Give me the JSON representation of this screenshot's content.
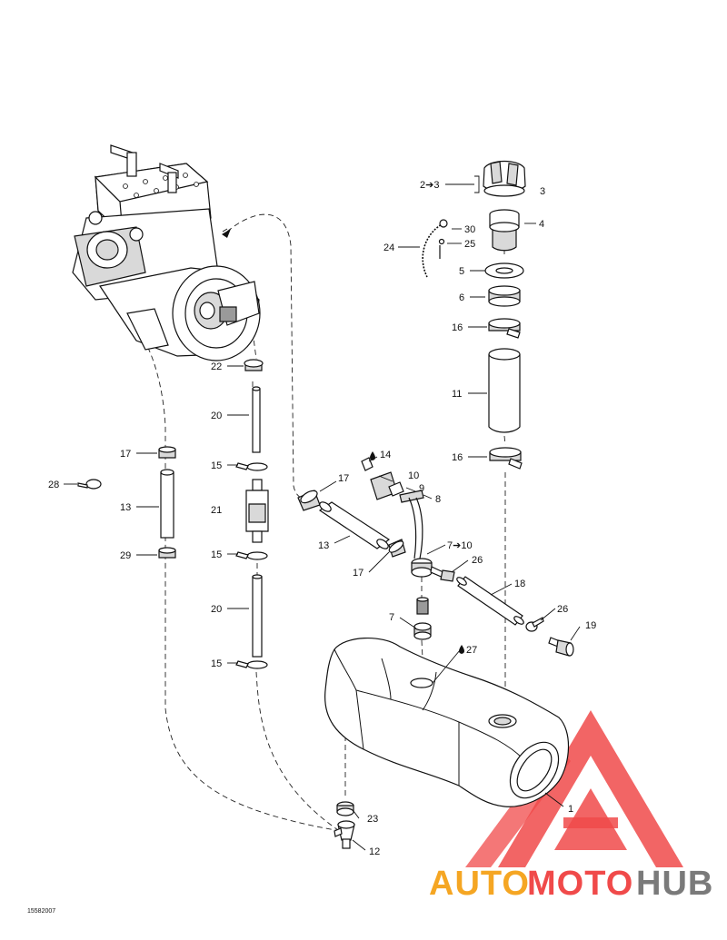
{
  "diagram_code": "15582007",
  "watermark": {
    "auto": "AUTO",
    "moto": "MOTO",
    "hub": "HUB",
    "color_red": "#f04a4a",
    "color_orange": "#f5a623",
    "color_gray": "#7a7a7a"
  },
  "callouts": {
    "c1": "1",
    "c2to3": "2➔3",
    "c3": "3",
    "c4": "4",
    "c5": "5",
    "c6": "6",
    "c7": "7",
    "c7to10": "7➔10",
    "c8": "8",
    "c9": "9",
    "c10": "10",
    "c11": "11",
    "c12": "12",
    "c13a": "13",
    "c13b": "13",
    "c14": "14",
    "c15a": "15",
    "c15b": "15",
    "c15c": "15",
    "c16a": "16",
    "c16b": "16",
    "c17a": "17",
    "c17b": "17",
    "c17c": "17",
    "c18": "18",
    "c19": "19",
    "c20a": "20",
    "c20b": "20",
    "c21": "21",
    "c22": "22",
    "c23": "23",
    "c24": "24",
    "c25": "25",
    "c26a": "26",
    "c26b": "26",
    "c27": "27",
    "c28": "28",
    "c29": "29",
    "c30": "30"
  }
}
